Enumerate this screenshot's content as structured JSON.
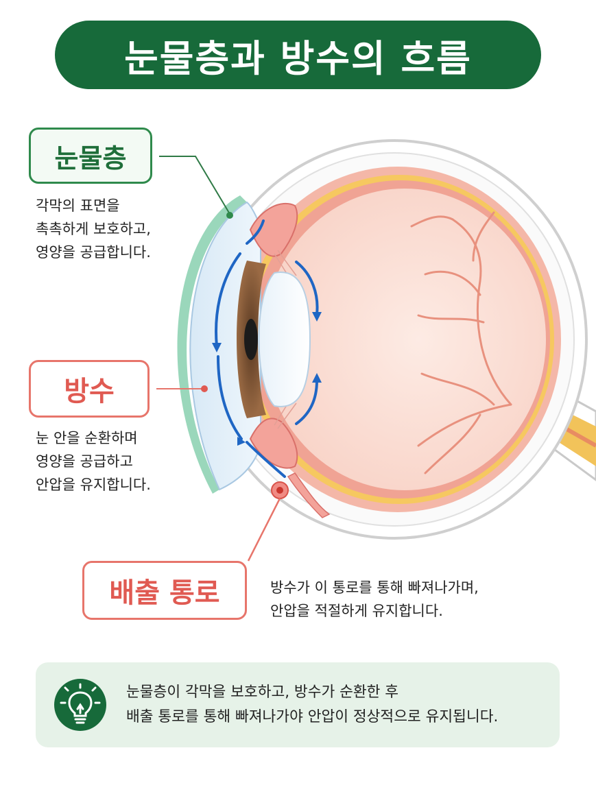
{
  "title": "눈물층과 방수의 흐름",
  "labels": {
    "tear_film": {
      "name": "눈물층",
      "desc": [
        "각막의 표면을",
        "촉촉하게 보호하고,",
        "영양을 공급합니다."
      ]
    },
    "aqueous": {
      "name": "방수",
      "desc": [
        "눈 안을 순환하며",
        "영양을 공급하고",
        "안압을 유지합니다."
      ]
    },
    "drainage": {
      "name": "배출 통로",
      "desc": [
        "방수가 이 통로를 통해 빠져나가며,",
        "안압을 적절하게 유지합니다."
      ]
    }
  },
  "summary": {
    "icon": "lightbulb-icon",
    "lines": [
      "눈물층이 각막을 보호하고, 방수가 순환한 후",
      "배출 통로를 통해 빠져나가야 안압이 정상적으로 유지됩니다."
    ]
  },
  "colors": {
    "title_bg": "#176a3a",
    "tear_accent": "#2f8a4c",
    "aqueous_accent": "#e05a52",
    "flow_arrow": "#1f66c4",
    "summary_bg": "#e6f2e8"
  }
}
